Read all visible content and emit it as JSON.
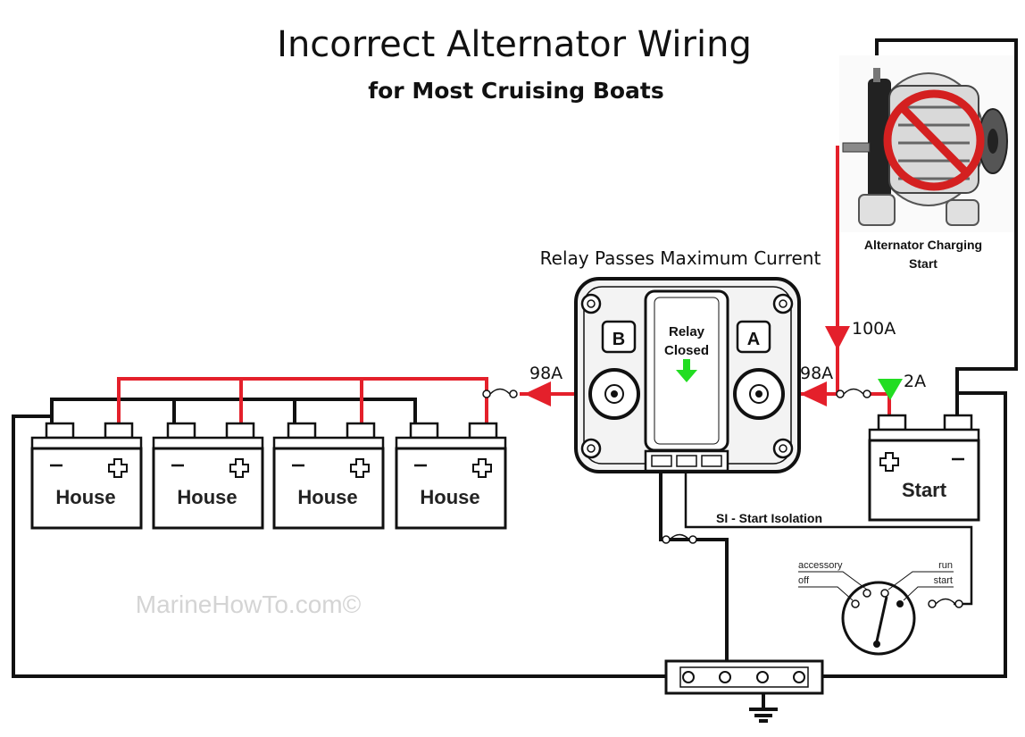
{
  "title": "Incorrect Alternator Wiring",
  "subtitle": "for Most Cruising Boats",
  "relay_caption": "Relay Passes Maximum Current",
  "relay_state_line1": "Relay",
  "relay_state_line2": "Closed",
  "relay_terminal_b": "B",
  "relay_terminal_a": "A",
  "alternator_caption_line1": "Alternator Charging",
  "alternator_caption_line2": "Start",
  "currents": {
    "alternator": "100A",
    "to_house_left": "98A",
    "to_house_right": "98A",
    "to_start": "2A"
  },
  "batteries": [
    {
      "label": "House"
    },
    {
      "label": "House"
    },
    {
      "label": "House"
    },
    {
      "label": "House"
    }
  ],
  "start_battery_label": "Start",
  "si_label": "SI - Start Isolation",
  "switch_labels": {
    "accessory": "accessory",
    "off": "off",
    "run": "run",
    "start": "start"
  },
  "watermark": "MarineHowTo.com©",
  "colors": {
    "positive_wire": "#e4202b",
    "negative_wire": "#111111",
    "current_indicator": "#22dd22",
    "prohibited": "#d42020"
  }
}
